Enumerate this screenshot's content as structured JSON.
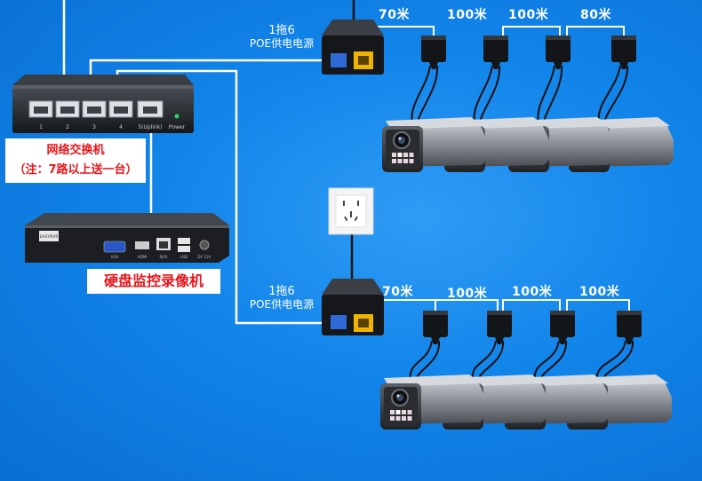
{
  "switch": {
    "label_line1": "网络交换机",
    "label_line2": "（注：7路以上送一台）",
    "port_numbers": [
      "1",
      "2",
      "3",
      "4",
      "5(Uplink)"
    ],
    "power_label": "Power"
  },
  "nvr": {
    "label": "硬盘监控录像机",
    "port_labels": [
      "VGA",
      "HDMI",
      "RJ45",
      "USB",
      "DC 12V"
    ],
    "brand_text": "EASYNVR"
  },
  "poe_top": {
    "line1": "1拖6",
    "line2": "POE供电电源"
  },
  "poe_bottom": {
    "line1": "1拖6",
    "line2": "POE供电电源"
  },
  "top_row_distances": [
    "70米",
    "100米",
    "100米",
    "80米"
  ],
  "bottom_row_distances": [
    "70米",
    "100米",
    "100米",
    "100米"
  ],
  "camera_count_per_row": 4,
  "colors": {
    "background": "#1184ea",
    "wire": "#ffffff",
    "label_red": "#e8141a",
    "poe_port": "#f0b400"
  }
}
